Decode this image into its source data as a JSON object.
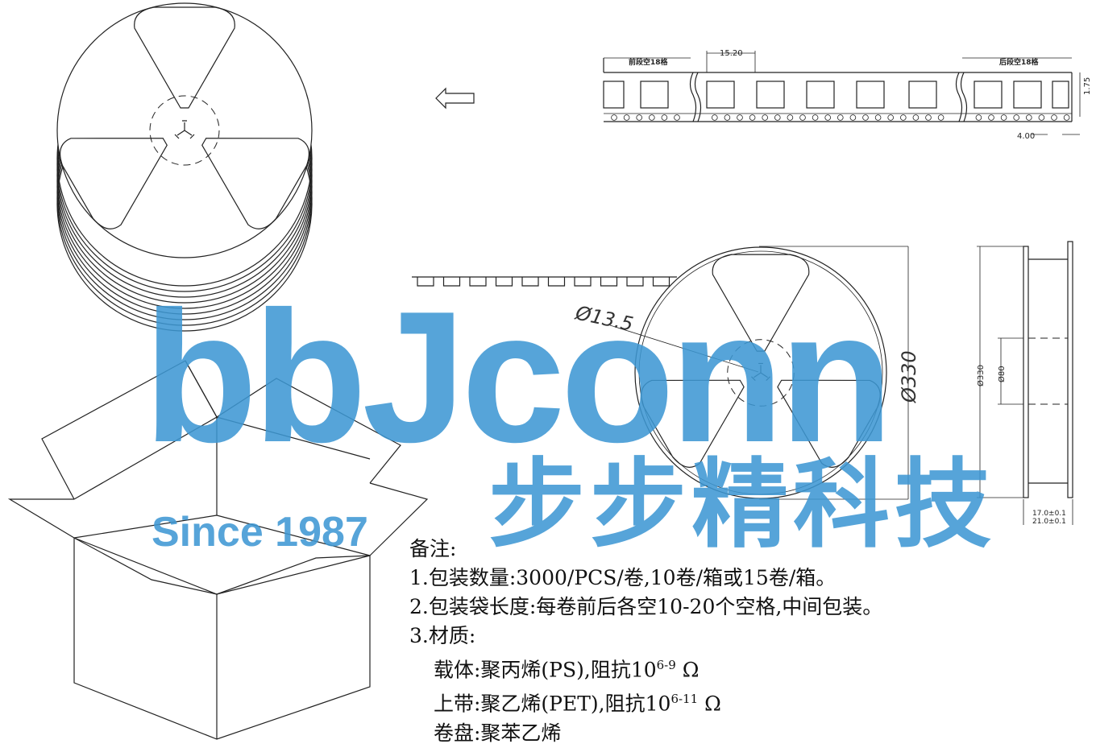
{
  "watermark": {
    "brand": "bbJconn",
    "tagline": "Since 1987",
    "chinese": "步步精科技",
    "color": "#3d97d3"
  },
  "tape": {
    "lead_label": "前段空18格",
    "trail_label": "后段空18格",
    "pitch": "15.20",
    "width": "1.75",
    "hole_pitch": "4.00"
  },
  "reel": {
    "hub_dia": "Ø13.5",
    "outer_dia": "Ø330",
    "side_outer": "Ø330",
    "side_hub": "Ø80",
    "thick1": "17.0±0.1",
    "thick2": "21.0±0.1"
  },
  "notes": {
    "heading": "备注:",
    "line1": "1.包装数量:3000/PCS/卷,10卷/箱或15卷/箱。",
    "line2": "2.包装袋长度:每卷前后各空10-20个空格,中间包装。",
    "line3": "3.材质:",
    "carrier_prefix": "载体:聚丙烯(PS),阻抗10",
    "carrier_exp": "6-9",
    "carrier_unit": "Ω",
    "cover_prefix": "上带:聚乙烯(PET),阻抗10",
    "cover_exp": "6-11",
    "cover_unit": "Ω",
    "reel_material": "卷盘:聚苯乙烯"
  }
}
